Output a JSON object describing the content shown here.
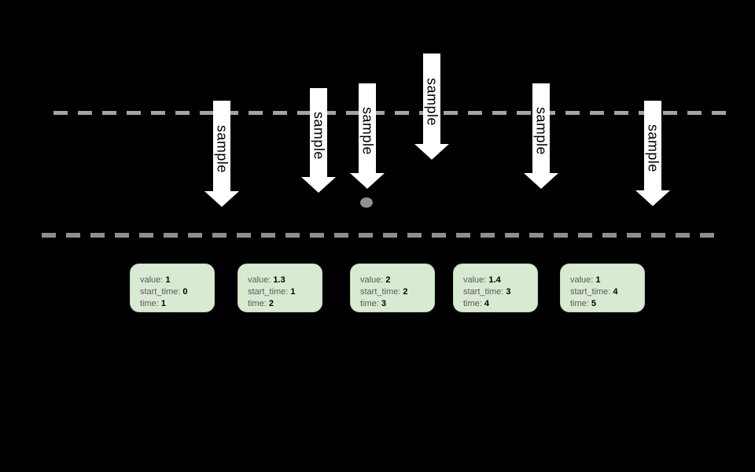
{
  "canvas": {
    "background_color": "#000000"
  },
  "lines": {
    "top": {
      "style": "dashed",
      "color": "#a3a3a3"
    },
    "bottom": {
      "style": "dashed",
      "color": "#8e8e8e"
    }
  },
  "arrows": [
    {
      "label": "sample"
    },
    {
      "label": "sample"
    },
    {
      "label": "sample"
    },
    {
      "label": "sample"
    },
    {
      "label": "sample"
    },
    {
      "label": "sample"
    }
  ],
  "arrow_style": {
    "fill": "#ffffff",
    "text_color": "#000000"
  },
  "dot": {
    "color": "#919191"
  },
  "field_labels": {
    "value": "value: ",
    "start_time": "start_time: ",
    "time": "time: "
  },
  "samples": [
    {
      "value": "1",
      "start_time": "0",
      "time": "1"
    },
    {
      "value": "1.3",
      "start_time": "1",
      "time": "2"
    },
    {
      "value": "2",
      "start_time": "2",
      "time": "3"
    },
    {
      "value": "1.4",
      "start_time": "3",
      "time": "4"
    },
    {
      "value": "1",
      "start_time": "4",
      "time": "5"
    }
  ],
  "card_style": {
    "fill": "#d9ead3",
    "label_color": "#5a5a5a",
    "value_color": "#000000"
  }
}
